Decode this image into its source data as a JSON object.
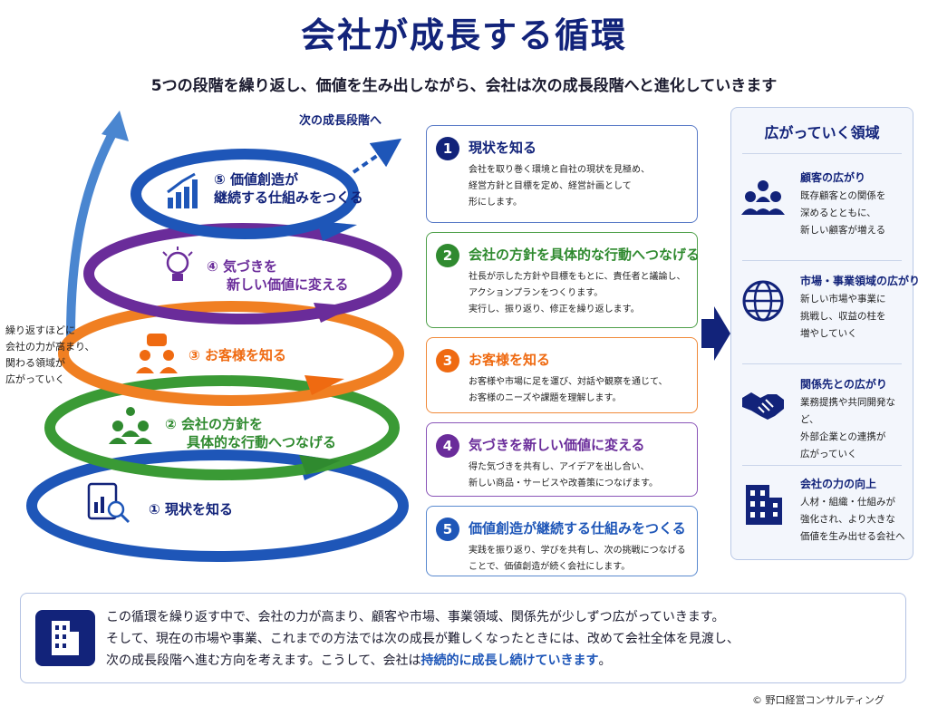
{
  "title": "会社が成長する循環",
  "subtitle": "5つの段階を繰り返し、価値を生み出しながら、会社は次の成長段階へと進化していきます",
  "spiral": {
    "next_stage": "次の成長段階へ",
    "side_note": [
      "繰り返すほどに",
      "会社の力が高まり、",
      "関わる領域が",
      "広がっていく"
    ],
    "levels": [
      {
        "num": "①",
        "label_lines": [
          "現状を知る"
        ],
        "color": "#1e56b8"
      },
      {
        "num": "②",
        "label_lines": [
          "会社の方針を",
          "具体的な行動へつなげる"
        ],
        "color": "#2f8a2f"
      },
      {
        "num": "③",
        "label_lines": [
          "お客様を知る"
        ],
        "color": "#ef6a11"
      },
      {
        "num": "④",
        "label_lines": [
          "気づきを",
          "新しい価値に変える"
        ],
        "color": "#6a2c9a"
      },
      {
        "num": "⑤",
        "label_lines": [
          "価値創造が",
          "継続する仕組みをつくる"
        ],
        "color": "#1e56b8"
      }
    ]
  },
  "cards": [
    {
      "num": "1",
      "title": "現状を知る",
      "color": "#12237a",
      "body": [
        "会社を取り巻く環境と自社の現状を見極め、",
        "経営方針と目標を定め、経営計画として",
        "形にします。"
      ]
    },
    {
      "num": "2",
      "title": "会社の方針を具体的な行動へつなげる",
      "color": "#2f8a2f",
      "body": [
        "社長が示した方針や目標をもとに、責任者と議論し、",
        "アクションプランをつくります。",
        "実行し、振り返り、修正を繰り返します。"
      ]
    },
    {
      "num": "3",
      "title": "お客様を知る",
      "color": "#ef6a11",
      "body": [
        "お客様や市場に足を運び、対話や観察を通じて、",
        "お客様のニーズや課題を理解します。"
      ]
    },
    {
      "num": "4",
      "title": "気づきを新しい価値に変える",
      "color": "#6a2c9a",
      "body": [
        "得た気づきを共有し、アイデアを出し合い、",
        "新しい商品・サービスや改善策につなげます。"
      ]
    },
    {
      "num": "5",
      "title": "価値創造が継続する仕組みをつくる",
      "color": "#1e56b8",
      "body": [
        "実践を振り返り、学びを共有し、次の挑戦につなげる",
        "ことで、価値創造が続く会社にします。"
      ]
    }
  ],
  "expand": {
    "title": "広がっていく領域",
    "items": [
      {
        "icon": "customers-icon",
        "title": "顧客の広がり",
        "body": [
          "既存顧客との関係を",
          "深めるとともに、",
          "新しい顧客が増える"
        ]
      },
      {
        "icon": "globe-icon",
        "title": "市場・事業領域の広がり",
        "body": [
          "新しい市場や事業に",
          "挑戦し、収益の柱を",
          "増やしていく"
        ]
      },
      {
        "icon": "handshake-icon",
        "title": "関係先との広がり",
        "body": [
          "業務提携や共同開発など、",
          "外部企業との連携が",
          "広がっていく"
        ]
      },
      {
        "icon": "building-icon",
        "title": "会社の力の向上",
        "body": [
          "人材・組織・仕組みが",
          "強化され、より大きな",
          "価値を生み出せる会社へ"
        ]
      }
    ]
  },
  "bottom": {
    "line1": "この循環を繰り返す中で、会社の力が高まり、顧客や市場、事業領域、関係先が少しずつ広がっていきます。",
    "line2": "そして、現在の市場や事業、これまでの方法では次の成長が難しくなったときには、改めて会社全体を見渡し、",
    "line3_pre": "次の成長段階へ進む方向を考えます。こうして、会社は",
    "line3_hl": "持続的に成長し続けていきます",
    "line3_post": "。"
  },
  "copyright": "© 野口経営コンサルティング"
}
